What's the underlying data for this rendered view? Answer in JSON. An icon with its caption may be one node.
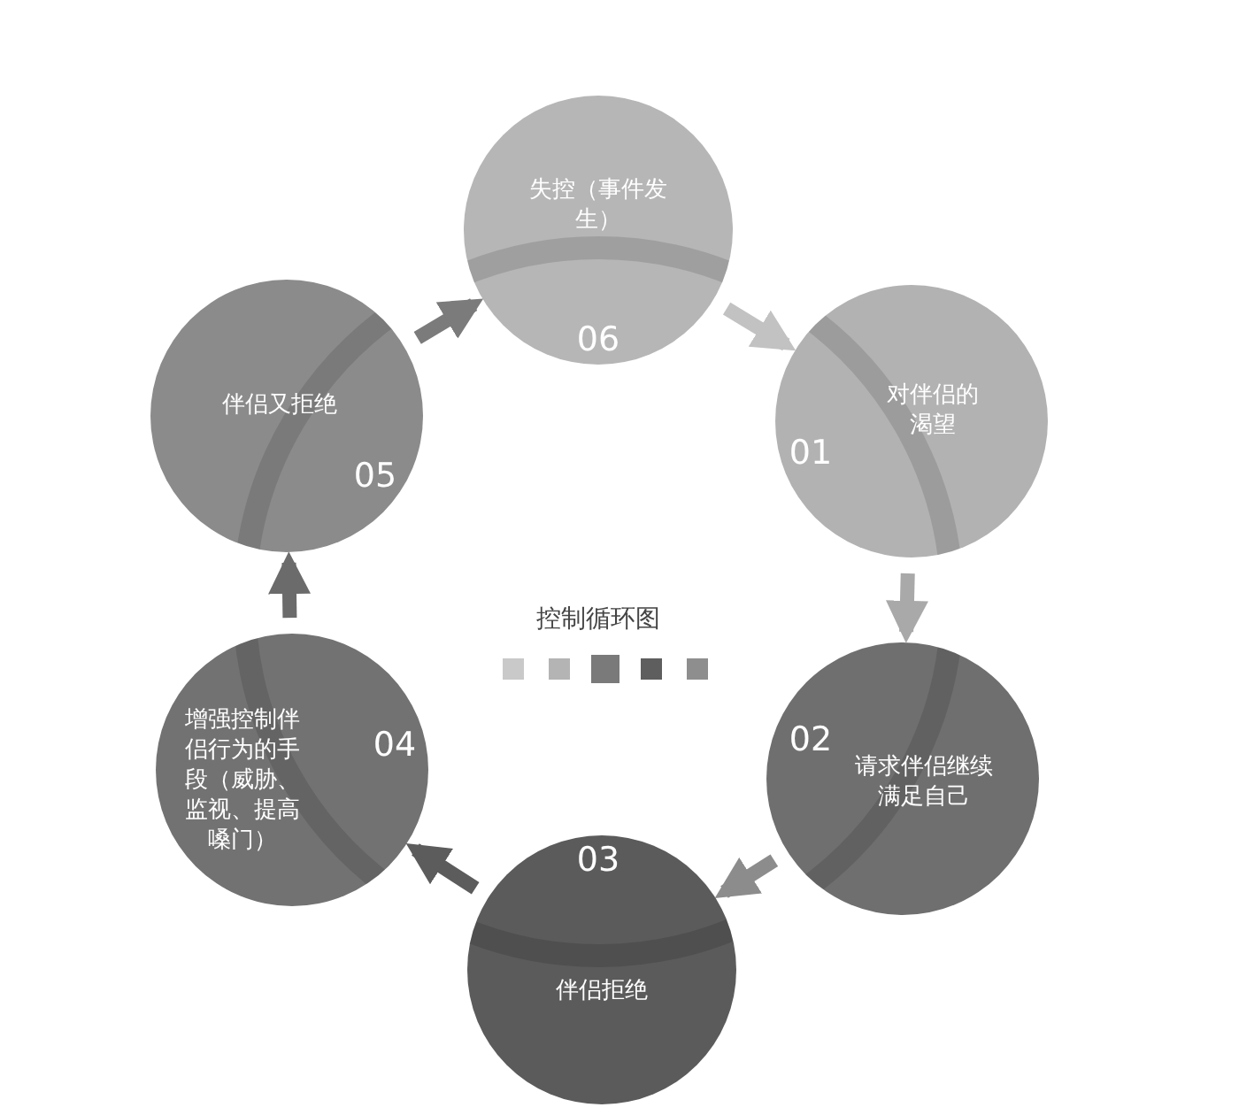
{
  "diagram": {
    "title": "控制循环图",
    "nodes": [
      {
        "text": [
          "失控（事件发生）",
          "06"
        ]
      },
      {
        "text": [
          "伴侣又拒绝",
          "05"
        ]
      },
      {
        "text": [
          "对伴侣的渴望",
          "01"
        ]
      },
      {
        "text": [
          "增强控制伴侣行为的手段（威胁、监视、提高嗓门）",
          "04"
        ]
      },
      {
        "text": [
          "请求伴侣继续满足自己",
          "02"
        ]
      },
      {
        "text": [
          "03",
          "伴侣拒绝"
        ]
      }
    ],
    "edges": [
      {
        "from": 0,
        "to": 2,
        "arrow": "to",
        "color": "#c2c2c2"
      },
      {
        "from": 2,
        "to": 4,
        "arrow": "to",
        "color": "#a9a9a9"
      },
      {
        "from": 4,
        "to": 5,
        "arrow": "to",
        "color": "#8c8c8c"
      },
      {
        "from": 5,
        "to": 3,
        "arrow": "to",
        "color": "#5c5c5c"
      },
      {
        "from": 3,
        "to": 1,
        "arrow": "to",
        "color": "#6b6b6b"
      },
      {
        "from": 1,
        "to": 0,
        "arrow": "to",
        "color": "#7b7b7b"
      }
    ]
  }
}
